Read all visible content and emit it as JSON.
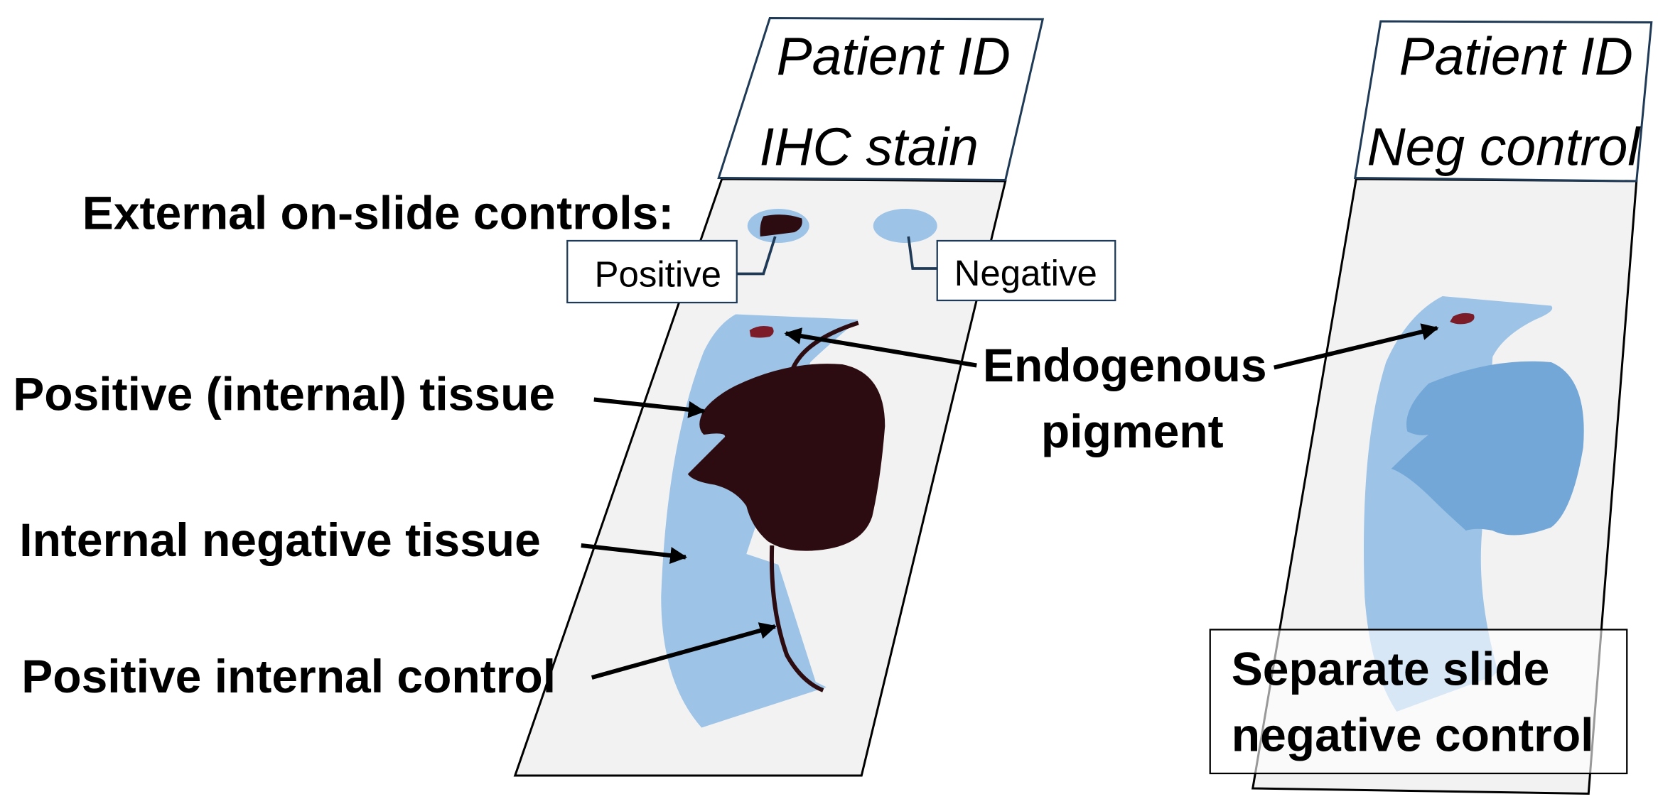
{
  "slides": [
    {
      "id": "ihc",
      "label_line1": "Patient ID",
      "label_line2": "IHC stain"
    },
    {
      "id": "neg",
      "label_line1": "Patient ID",
      "label_line2": "Neg control"
    }
  ],
  "callouts": {
    "external_controls": "External on-slide controls:",
    "positive_box": "Positive",
    "negative_box": "Negative",
    "positive_internal_tissue": "Positive (internal) tissue",
    "internal_negative_tissue": "Internal negative tissue",
    "positive_internal_control": "Positive internal control",
    "endogenous_line1": "Endogenous",
    "endogenous_line2": "pigment",
    "separate_line1": "Separate slide",
    "separate_line2": "negative control"
  },
  "colors": {
    "slide_fill": "#f2f2f2",
    "tissue_light_blue": "#9dc3e6",
    "tissue_mid_blue": "#72a7d7",
    "positive_stain": "#2d0c11",
    "pigment": "#7b1c28",
    "frame_line": "#1f3a56"
  }
}
